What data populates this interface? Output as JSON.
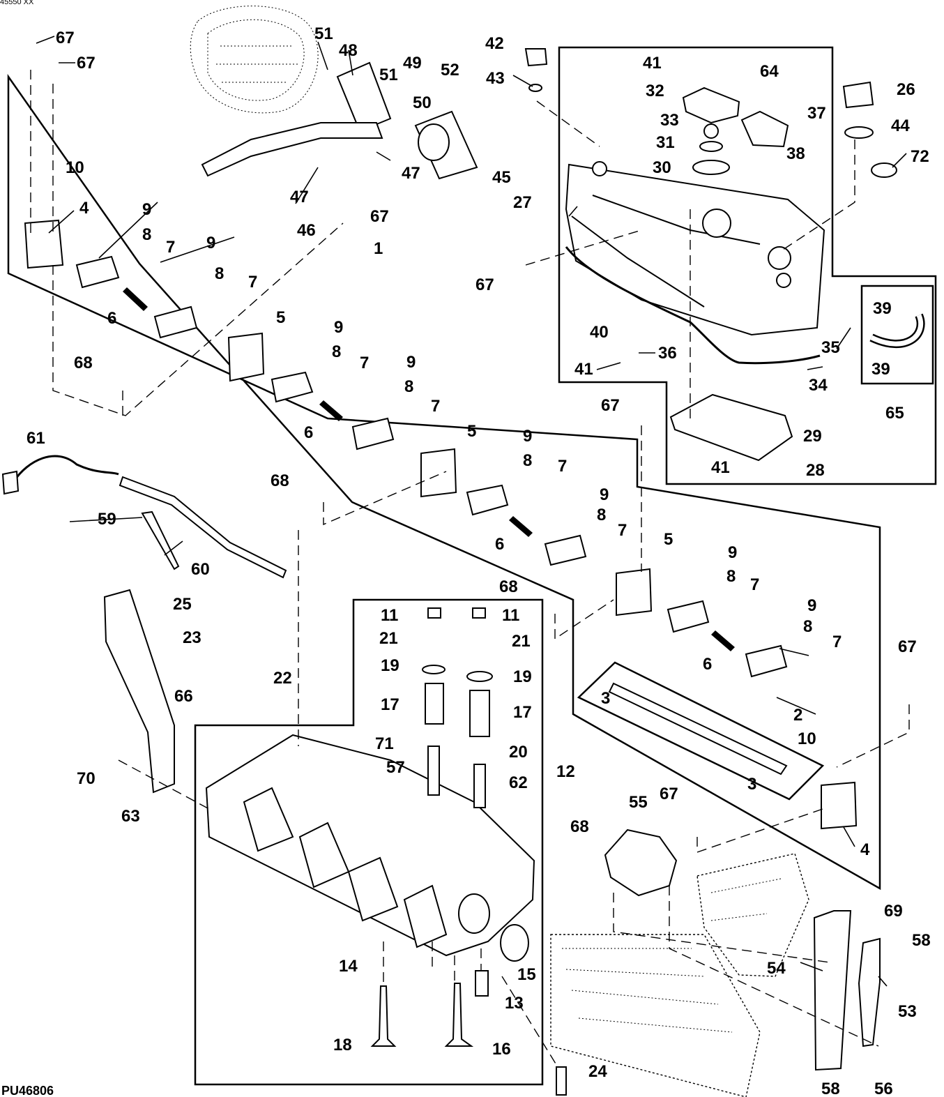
{
  "figure": {
    "reference_id": "PU46806",
    "corner_id_fragment": "45550 XX"
  },
  "callouts": [
    {
      "id": "c67a",
      "label": "67"
    },
    {
      "id": "c67b",
      "label": "67"
    },
    {
      "id": "c51a",
      "label": "51"
    },
    {
      "id": "c48",
      "label": "48"
    },
    {
      "id": "c51b",
      "label": "51"
    },
    {
      "id": "c49",
      "label": "49"
    },
    {
      "id": "c52",
      "label": "52"
    },
    {
      "id": "c50",
      "label": "50"
    },
    {
      "id": "c42",
      "label": "42"
    },
    {
      "id": "c43",
      "label": "43"
    },
    {
      "id": "c41a",
      "label": "41"
    },
    {
      "id": "c32",
      "label": "32"
    },
    {
      "id": "c64",
      "label": "64"
    },
    {
      "id": "c26",
      "label": "26"
    },
    {
      "id": "c37",
      "label": "37"
    },
    {
      "id": "c33",
      "label": "33"
    },
    {
      "id": "c44",
      "label": "44"
    },
    {
      "id": "c31",
      "label": "31"
    },
    {
      "id": "c38",
      "label": "38"
    },
    {
      "id": "c30",
      "label": "30"
    },
    {
      "id": "c72",
      "label": "72"
    },
    {
      "id": "c27",
      "label": "27"
    },
    {
      "id": "c10a",
      "label": "10"
    },
    {
      "id": "c4a",
      "label": "4"
    },
    {
      "id": "c9a",
      "label": "9"
    },
    {
      "id": "c8a",
      "label": "8"
    },
    {
      "id": "c7a",
      "label": "7"
    },
    {
      "id": "c47a",
      "label": "47"
    },
    {
      "id": "c45",
      "label": "45"
    },
    {
      "id": "c47b",
      "label": "47"
    },
    {
      "id": "c46",
      "label": "46"
    },
    {
      "id": "c67c",
      "label": "67"
    },
    {
      "id": "c9b",
      "label": "9"
    },
    {
      "id": "c8b",
      "label": "8"
    },
    {
      "id": "c7b",
      "label": "7"
    },
    {
      "id": "c1",
      "label": "1"
    },
    {
      "id": "c6a",
      "label": "6"
    },
    {
      "id": "c67d",
      "label": "67"
    },
    {
      "id": "c5a",
      "label": "5"
    },
    {
      "id": "c9c",
      "label": "9"
    },
    {
      "id": "c8c",
      "label": "8"
    },
    {
      "id": "c7c",
      "label": "7"
    },
    {
      "id": "c68a",
      "label": "68"
    },
    {
      "id": "c9d",
      "label": "9"
    },
    {
      "id": "c8d",
      "label": "8"
    },
    {
      "id": "c6b",
      "label": "6"
    },
    {
      "id": "c7d",
      "label": "7"
    },
    {
      "id": "c40",
      "label": "40"
    },
    {
      "id": "c36",
      "label": "36"
    },
    {
      "id": "c41b",
      "label": "41"
    },
    {
      "id": "c39a",
      "label": "39"
    },
    {
      "id": "c35",
      "label": "35"
    },
    {
      "id": "c39b",
      "label": "39"
    },
    {
      "id": "c34",
      "label": "34"
    },
    {
      "id": "c65",
      "label": "65"
    },
    {
      "id": "c67e",
      "label": "67"
    },
    {
      "id": "c29",
      "label": "29"
    },
    {
      "id": "c41c",
      "label": "41"
    },
    {
      "id": "c28",
      "label": "28"
    },
    {
      "id": "c61",
      "label": "61"
    },
    {
      "id": "c5b",
      "label": "5"
    },
    {
      "id": "c9e",
      "label": "9"
    },
    {
      "id": "c8e",
      "label": "8"
    },
    {
      "id": "c7e",
      "label": "7"
    },
    {
      "id": "c68b",
      "label": "68"
    },
    {
      "id": "c59",
      "label": "59"
    },
    {
      "id": "c9f",
      "label": "9"
    },
    {
      "id": "c8f",
      "label": "8"
    },
    {
      "id": "c7f",
      "label": "7"
    },
    {
      "id": "c6c",
      "label": "6"
    },
    {
      "id": "c5c",
      "label": "5"
    },
    {
      "id": "c60",
      "label": "60"
    },
    {
      "id": "c9g",
      "label": "9"
    },
    {
      "id": "c8g",
      "label": "8"
    },
    {
      "id": "c7g",
      "label": "7"
    },
    {
      "id": "c68c",
      "label": "68"
    },
    {
      "id": "c25",
      "label": "25"
    },
    {
      "id": "c11a",
      "label": "11"
    },
    {
      "id": "c11b",
      "label": "11"
    },
    {
      "id": "c9h",
      "label": "9"
    },
    {
      "id": "c8h",
      "label": "8"
    },
    {
      "id": "c23",
      "label": "23"
    },
    {
      "id": "c21a",
      "label": "21"
    },
    {
      "id": "c21b",
      "label": "21"
    },
    {
      "id": "c7h",
      "label": "7"
    },
    {
      "id": "c6d",
      "label": "6"
    },
    {
      "id": "c19a",
      "label": "19"
    },
    {
      "id": "c19b",
      "label": "19"
    },
    {
      "id": "c67f",
      "label": "67"
    },
    {
      "id": "c22",
      "label": "22"
    },
    {
      "id": "c66",
      "label": "66"
    },
    {
      "id": "c3a",
      "label": "3"
    },
    {
      "id": "c17a",
      "label": "17"
    },
    {
      "id": "c17b",
      "label": "17"
    },
    {
      "id": "c2",
      "label": "2"
    },
    {
      "id": "c10b",
      "label": "10"
    },
    {
      "id": "c71",
      "label": "71"
    },
    {
      "id": "c20",
      "label": "20"
    },
    {
      "id": "c70",
      "label": "70"
    },
    {
      "id": "c57",
      "label": "57"
    },
    {
      "id": "c12",
      "label": "12"
    },
    {
      "id": "c62",
      "label": "62"
    },
    {
      "id": "c3b",
      "label": "3"
    },
    {
      "id": "c63",
      "label": "63"
    },
    {
      "id": "c55",
      "label": "55"
    },
    {
      "id": "c67g",
      "label": "67"
    },
    {
      "id": "c68d",
      "label": "68"
    },
    {
      "id": "c4b",
      "label": "4"
    },
    {
      "id": "c69",
      "label": "69"
    },
    {
      "id": "c58a",
      "label": "58"
    },
    {
      "id": "c14",
      "label": "14"
    },
    {
      "id": "c15",
      "label": "15"
    },
    {
      "id": "c54",
      "label": "54"
    },
    {
      "id": "c53",
      "label": "53"
    },
    {
      "id": "c13",
      "label": "13"
    },
    {
      "id": "c18",
      "label": "18"
    },
    {
      "id": "c16",
      "label": "16"
    },
    {
      "id": "c24",
      "label": "24"
    },
    {
      "id": "c58b",
      "label": "58"
    },
    {
      "id": "c56",
      "label": "56"
    }
  ]
}
